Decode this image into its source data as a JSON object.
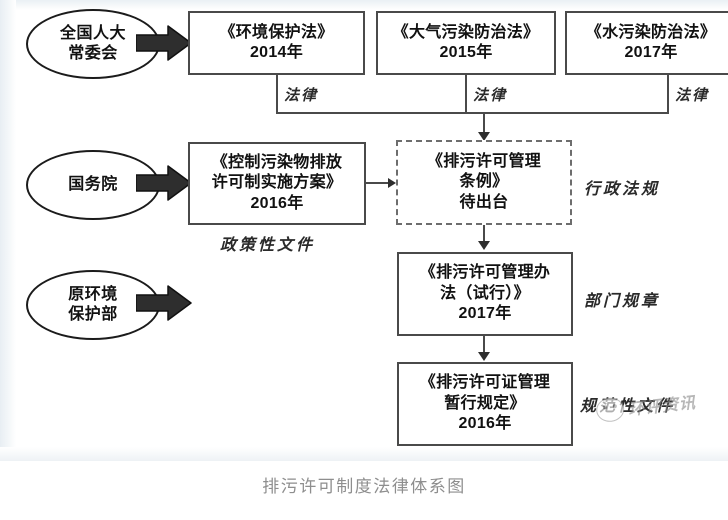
{
  "figure": {
    "caption": "排污许可制度法律体系图",
    "watermark": "环评资讯"
  },
  "agencies": [
    {
      "name": "npc-standing-committee",
      "line1": "全国人大",
      "line2": "常委会"
    },
    {
      "name": "state-council",
      "line1": "国务院",
      "line2": ""
    },
    {
      "name": "former-ministry-of-environmental-protection",
      "line1": "原环境",
      "line2": "保护部"
    }
  ],
  "laws": [
    {
      "title": "《环境保护法》",
      "year": "2014年",
      "category": "法律"
    },
    {
      "title": "《大气污染防治法》",
      "year": "2015年",
      "category": "法律"
    },
    {
      "title": "《水污染防治法》",
      "year": "2017年",
      "category": "法律"
    }
  ],
  "policy_document": {
    "title_line1": "《控制污染物排放",
    "title_line2": "许可制实施方案》",
    "year": "2016年",
    "category": "政策性文件"
  },
  "regulation_chain": [
    {
      "name": "administrative-regulation",
      "title_line1": "《排污许可管理",
      "title_line2": "条例》",
      "status": "待出台",
      "year": "",
      "category": "行政法规",
      "pending": true
    },
    {
      "name": "departmental-rule",
      "title_line1": "《排污许可管理办",
      "title_line2": "法（试行）》",
      "status": "",
      "year": "2017年",
      "category": "部门规章",
      "pending": false
    },
    {
      "name": "normative-document",
      "title_line1": "《排污许可证管理",
      "title_line2": "暂行规定》",
      "status": "",
      "year": "2016年",
      "category": "规范性文件",
      "pending": false
    }
  ],
  "colors": {
    "box_border": "#4a4a4a",
    "dashed_border": "#6d6d6d",
    "arrow_fill": "#2e2e2e",
    "text": "#111111",
    "caption": "#8e8e8e"
  }
}
